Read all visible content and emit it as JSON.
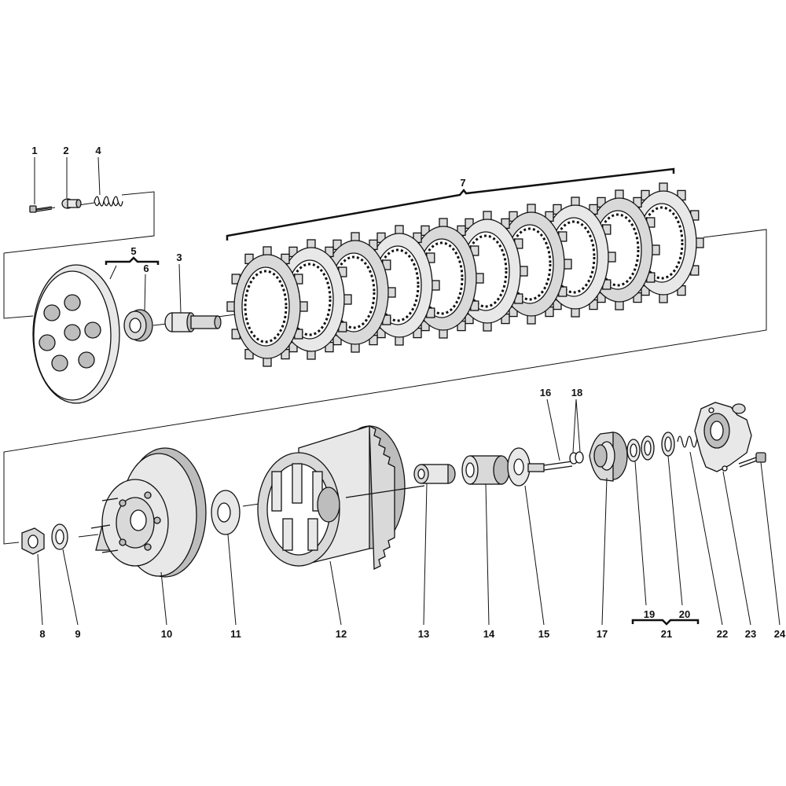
{
  "diagram": {
    "callouts": [
      "1",
      "2",
      "3",
      "4",
      "5",
      "6",
      "7",
      "8",
      "9",
      "10",
      "11",
      "12",
      "13",
      "14",
      "15",
      "16",
      "17",
      "18",
      "19",
      "20",
      "21",
      "22",
      "23",
      "24"
    ]
  },
  "colors": {
    "line": "#111111",
    "shade_light": "#e8e8e8",
    "shade_mid": "#d9d9d9",
    "shade_dark": "#bdbdbd",
    "background": "#ffffff"
  }
}
